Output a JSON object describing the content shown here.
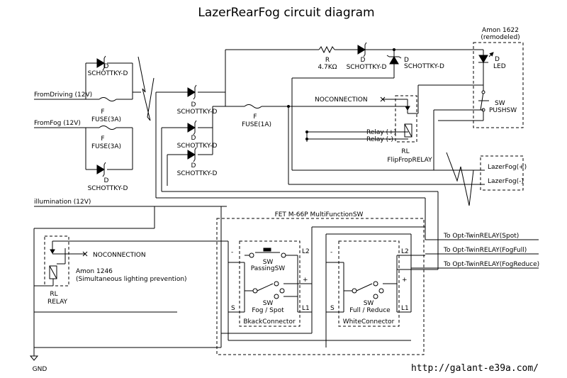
{
  "title": "LazerRearFog circuit diagram",
  "url": "http://galant-e39a.com/",
  "inputs": {
    "from_driving": "FromDriving (12V)",
    "from_fog": "FromFog (12V)",
    "illumination": "illumination (12V)",
    "gnd": "GND"
  },
  "fuses": {
    "f1_letter": "F",
    "f1_value": "FUSE(3A)",
    "f2_letter": "F",
    "f2_value": "FUSE(3A)",
    "f3_letter": "F",
    "f3_value": "FUSE(1A)"
  },
  "diodes": {
    "d1_letter": "D",
    "d1_type": "SCHOTTKY-D",
    "d2_letter": "D",
    "d2_type": "SCHOTTKY-D",
    "d3_letter": "D",
    "d3_type": "SCHOTTKY-D",
    "d4_letter": "D",
    "d4_type": "SCHOTTKY-D",
    "d5_letter": "D",
    "d5_type": "SCHOTTKY-D",
    "d6_letter": "D",
    "d6_type": "SCHOTTKY-D",
    "d7_letter": "D",
    "d7_type": "SCHOTTKY-D"
  },
  "resistor": {
    "letter": "R",
    "value": "4.7KΩ"
  },
  "amon1622": {
    "name": "Amon 1622",
    "note": "(remodeled)",
    "led_letter": "D",
    "led_label": "LED",
    "sw_letter": "SW",
    "sw_label": "PUSHSW"
  },
  "flipflop": {
    "noconnection": "NOCONNECTION",
    "relay_plus": "Relay (+)",
    "relay_minus": "Relay (-)",
    "rl_letter": "RL",
    "rl_name": "FlipFropRELAY"
  },
  "lazerfog": {
    "plus": "LazerFog(+)",
    "minus": "LazerFog(-)"
  },
  "amon1246": {
    "noconnection": "NOCONNECTION",
    "name": "Amon 1246",
    "note": "(Simultaneous lighting prevention)",
    "rl_letter": "RL",
    "rl_name": "RELAY"
  },
  "fet": {
    "title": "FET M-66P MultiFunctionSW",
    "minus1": "-",
    "minus2": "-",
    "plus1": "+",
    "plus2": "+",
    "s_left": "S",
    "s_right": "S",
    "l2_left": "L2",
    "l1_left": "L1",
    "l2_right": "L2",
    "l1_right": "L1",
    "sw1_letter": "SW",
    "sw1_label": "PassingSW",
    "sw2_letter": "SW",
    "sw2_label": "Fog / Spot",
    "sw3_letter": "SW",
    "sw3_label": "Full / Reduce",
    "black_connector": "BkackConnector",
    "white_connector": "WhiteConnector"
  },
  "outputs": {
    "spot": "To Opt-TwinRELAY(Spot)",
    "fogfull": "To Opt-TwinRELAY(FogFull)",
    "fogreduce": "To Opt-TwinRELAY(FogReduce)"
  }
}
